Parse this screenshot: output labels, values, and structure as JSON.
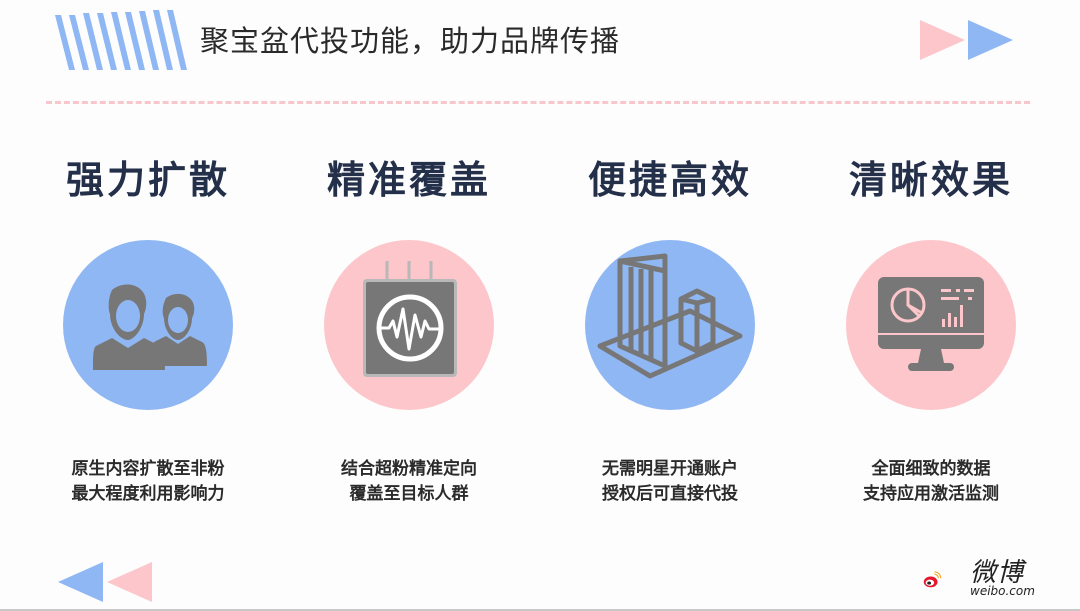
{
  "header": {
    "title": "聚宝盆代投功能，助力品牌传播"
  },
  "colors": {
    "blue": "#8fb7f3",
    "pink": "#fcc6cb",
    "icon_gray": "#777777",
    "heading": "#24304a"
  },
  "features": [
    {
      "title": "强力扩散",
      "icon": "users-icon",
      "circle_color": "blue",
      "desc_line1": "原生内容扩散至非粉",
      "desc_line2": "最大程度利用影响力"
    },
    {
      "title": "精准覆盖",
      "icon": "waveform-device-icon",
      "circle_color": "pink",
      "desc_line1": "结合超粉精准定向",
      "desc_line2": "覆盖至目标人群"
    },
    {
      "title": "便捷高效",
      "icon": "buildings-icon",
      "circle_color": "blue",
      "desc_line1": "无需明星开通账户",
      "desc_line2": "授权后可直接代投"
    },
    {
      "title": "清晰效果",
      "icon": "monitor-chart-icon",
      "circle_color": "pink",
      "desc_line1": "全面细致的数据",
      "desc_line2": "支持应用激活监测"
    }
  ],
  "footer": {
    "logo_text": "微博",
    "logo_url": "weibo.com"
  }
}
